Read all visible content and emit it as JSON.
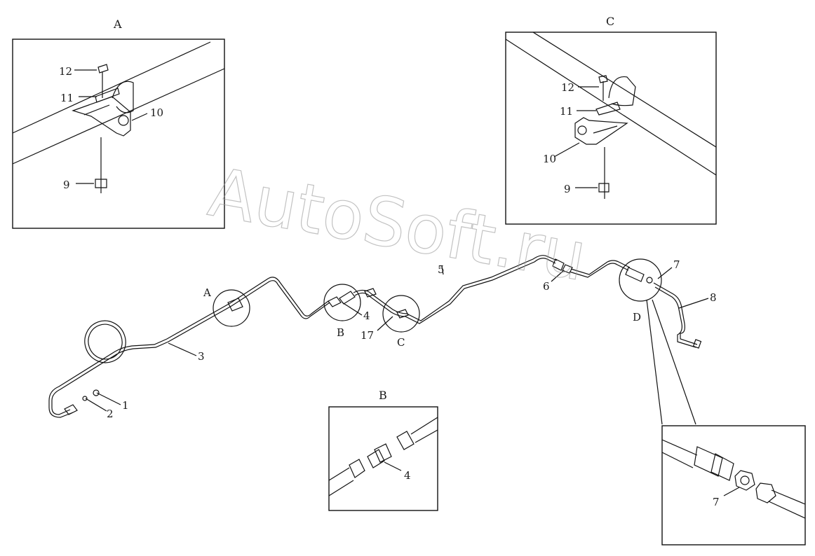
{
  "watermark": "AutoSoft.ru",
  "views": {
    "A": {
      "title": "A",
      "labels": {
        "c12": "12",
        "c11": "11",
        "c10": "10",
        "c9": "9"
      }
    },
    "C": {
      "title": "C",
      "labels": {
        "c12": "12",
        "c11": "11",
        "c10": "10",
        "c9": "9"
      }
    },
    "B": {
      "title": "B",
      "labels": {
        "c4": "4"
      }
    },
    "D": {
      "title": "",
      "labels": {
        "c7": "7"
      }
    }
  },
  "main": {
    "callouts": {
      "c1": "1",
      "c2": "2",
      "c3": "3",
      "c4": "4",
      "c5": "5",
      "c6": "6",
      "c7": "7",
      "c8": "8",
      "c17": "17",
      "zone_a": "A",
      "zone_b": "B",
      "zone_c": "C",
      "zone_d": "D"
    }
  }
}
